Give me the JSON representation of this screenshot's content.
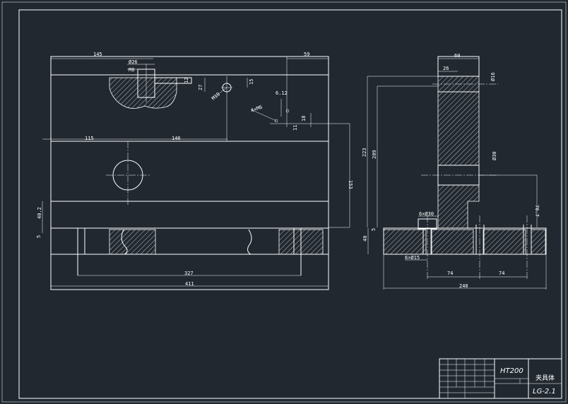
{
  "colors": {
    "background": "#212830",
    "line": "#ffffff"
  },
  "front_view": {
    "dims": [
      "145",
      "Ø26",
      "M8",
      "12",
      "27",
      "M10",
      "15",
      "59",
      "6.12",
      "4×M6",
      "18",
      "11",
      "115",
      "146",
      "153",
      "40.2",
      "5",
      "327",
      "411"
    ]
  },
  "side_view": {
    "dims": [
      "60",
      "26",
      "Ø16",
      "223",
      "209",
      "Ø30",
      "76.7",
      "40",
      "5",
      "6×Ø30",
      "6×Ø15",
      "74",
      "74",
      "240"
    ]
  },
  "title_block": {
    "material": "HT200",
    "part_name": "夹具体",
    "drawing_no": "LG-2.1"
  }
}
